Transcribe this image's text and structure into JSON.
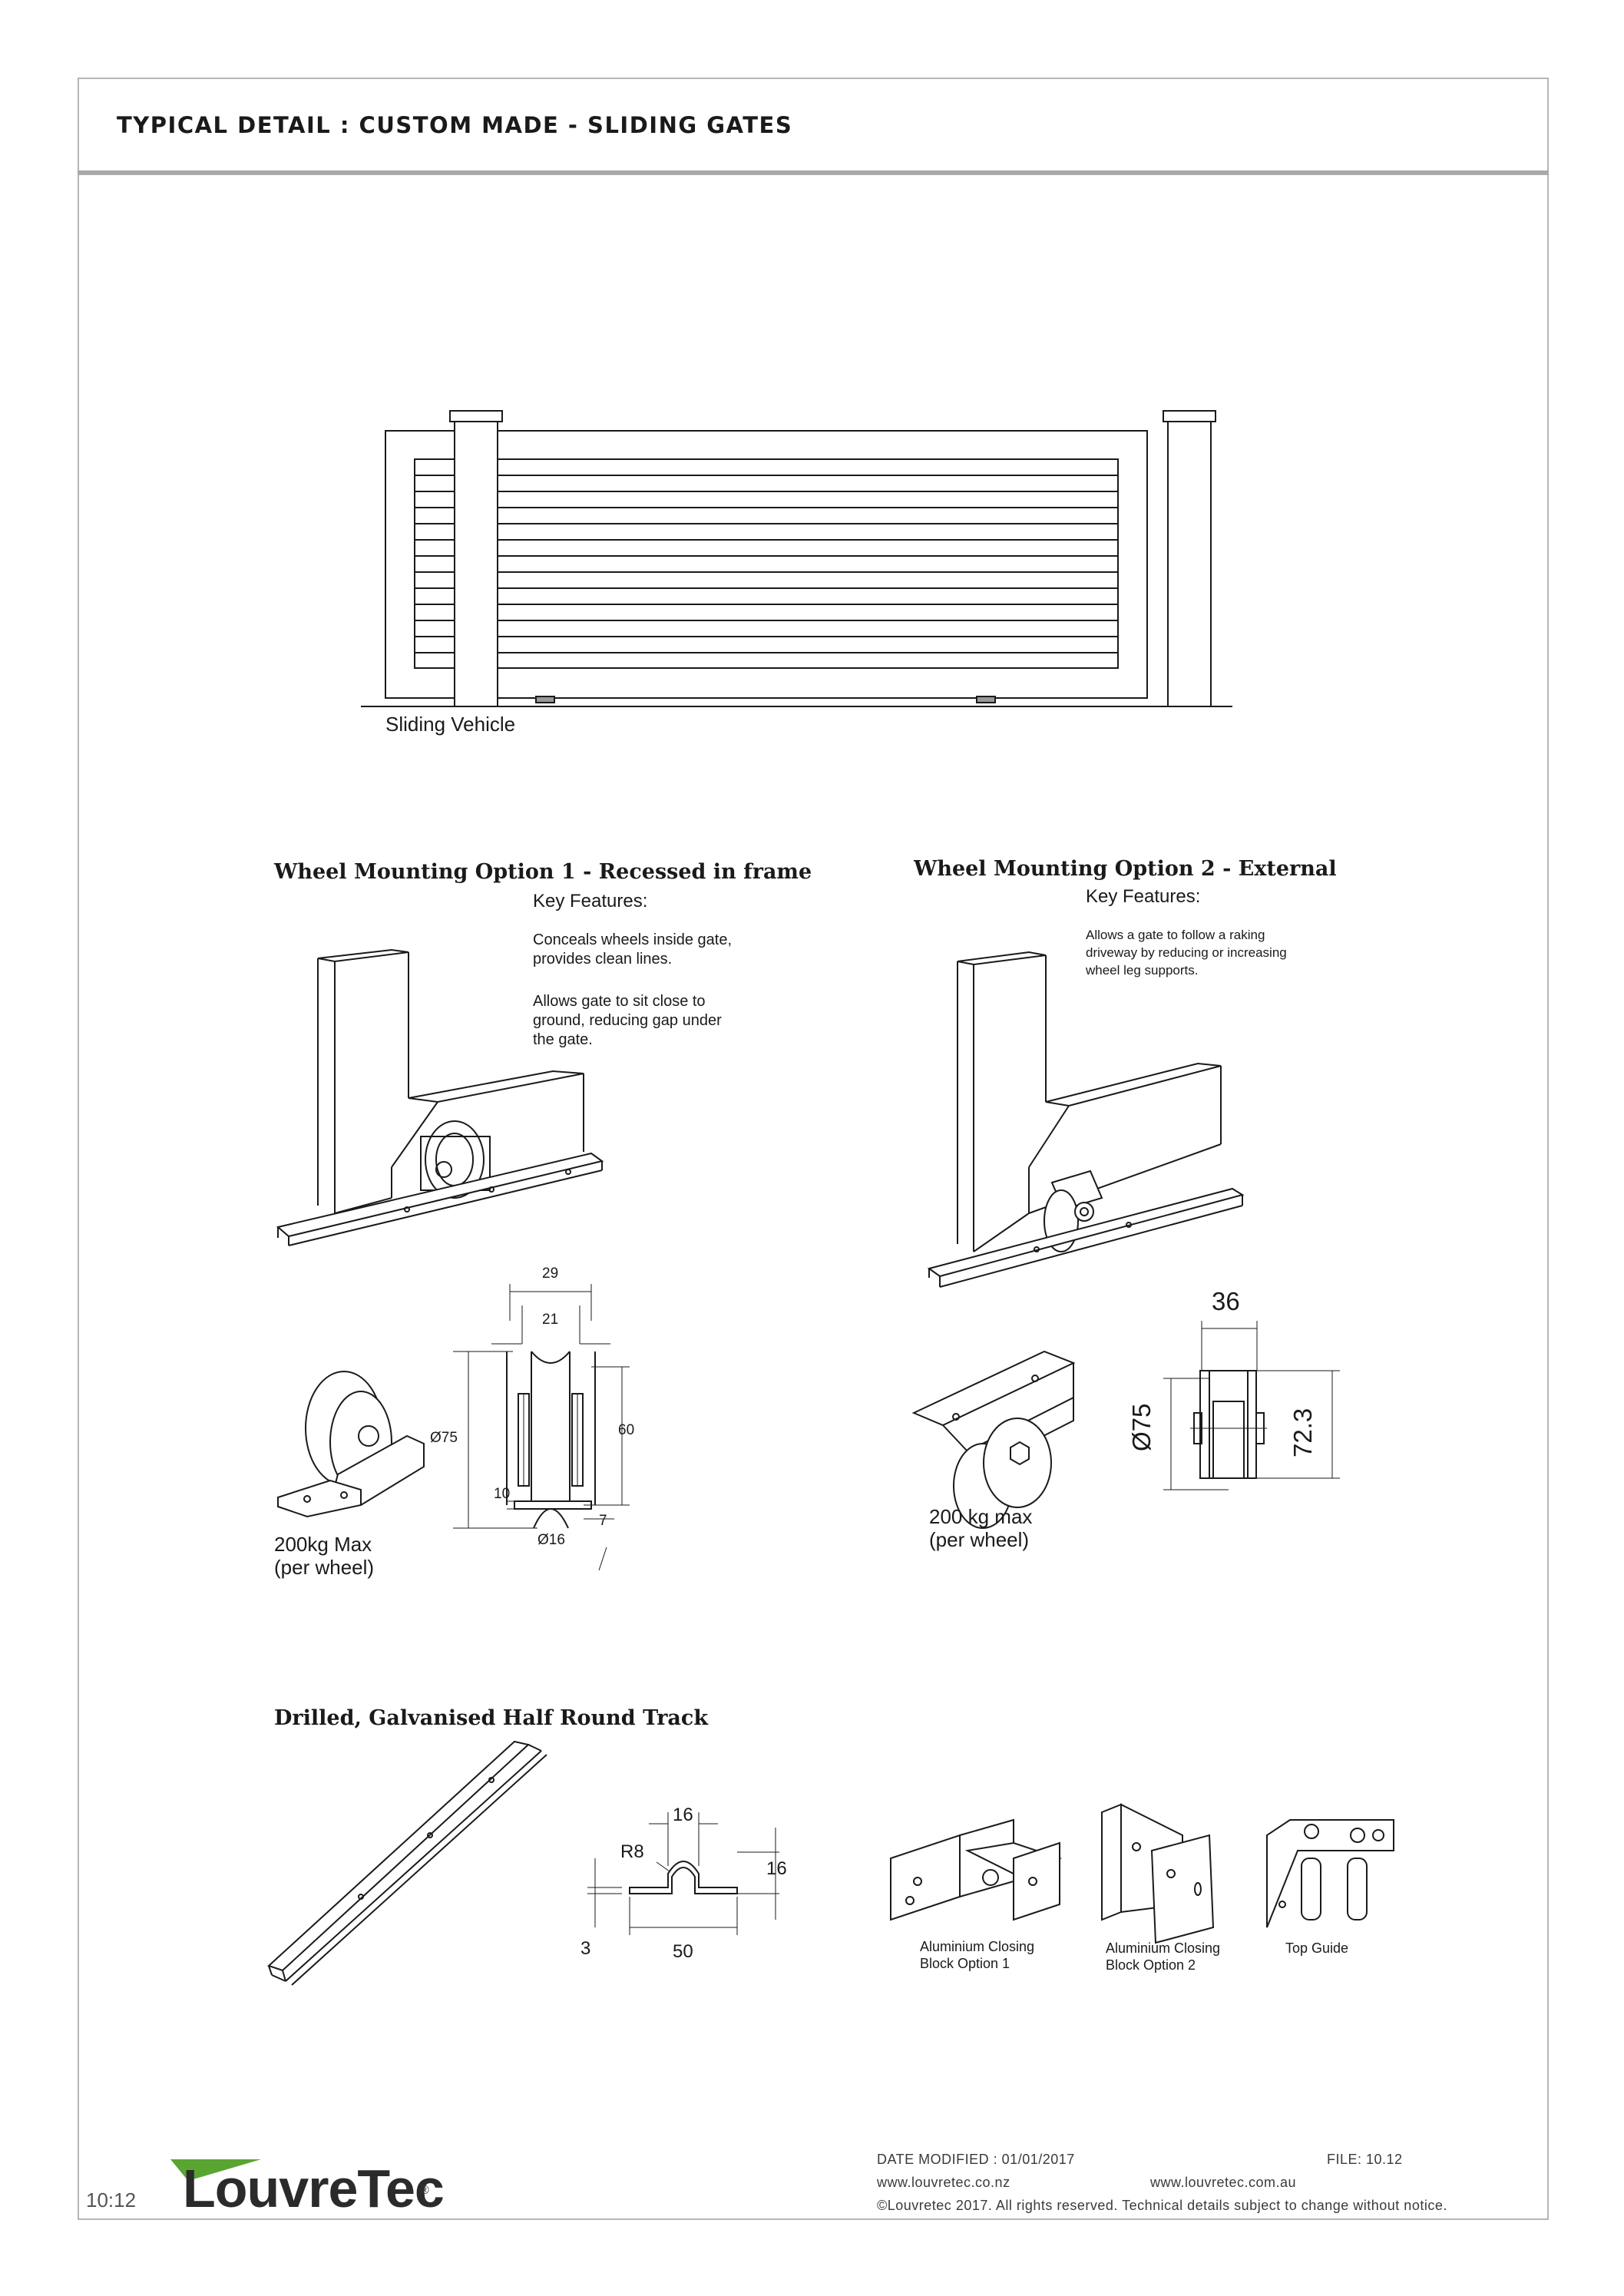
{
  "header": {
    "title": "TYPICAL DETAIL : CUSTOM MADE - SLIDING GATES"
  },
  "gate": {
    "caption": "Sliding Vehicle"
  },
  "option1": {
    "title": "Wheel Mounting Option 1 - Recessed in frame",
    "key_label": "Key Features:",
    "feature1": "Conceals wheels inside gate, provides clean lines.",
    "feature2": "Allows gate to sit close to ground, reducing gap under the gate.",
    "load_line1": "200kg Max",
    "load_line2": "(per wheel)",
    "dims": {
      "w29": "29",
      "w21": "21",
      "d75": "Ø75",
      "h60": "60",
      "h10": "10",
      "d16": "Ø16",
      "h7": "7"
    }
  },
  "option2": {
    "title": "Wheel Mounting Option 2 - External",
    "key_label": "Key Features:",
    "feature1": "Allows a gate to follow a raking driveway by reducing or increasing wheel leg supports.",
    "load_line1": "200 kg max",
    "load_line2": "(per wheel)",
    "dims": {
      "w36": "36",
      "d75": "Ø75",
      "h723": "72.3"
    }
  },
  "track": {
    "title": "Drilled, Galvanised Half Round Track",
    "dims": {
      "w16": "16",
      "r8": "R8",
      "h16": "16",
      "t3": "3",
      "w50": "50"
    }
  },
  "accessories": {
    "block1_line1": "Aluminium Closing",
    "block1_line2": "Block Option 1",
    "block2_line1": "Aluminium Closing",
    "block2_line2": "Block Option 2",
    "guide": "Top Guide"
  },
  "footer": {
    "page_number": "10:12",
    "brand": "LouvreTec",
    "date_modified": "DATE MODIFIED : 01/01/2017",
    "file": "FILE: 10.12",
    "url_nz": "www.louvretec.co.nz",
    "url_au": "www.louvretec.com.au",
    "copyright": "©Louvretec 2017. All rights reserved. Technical details subject to change without notice."
  },
  "colors": {
    "brand_green": "#5aa532",
    "rule_grey": "#a9a9a9",
    "ink": "#1a1a1a"
  }
}
